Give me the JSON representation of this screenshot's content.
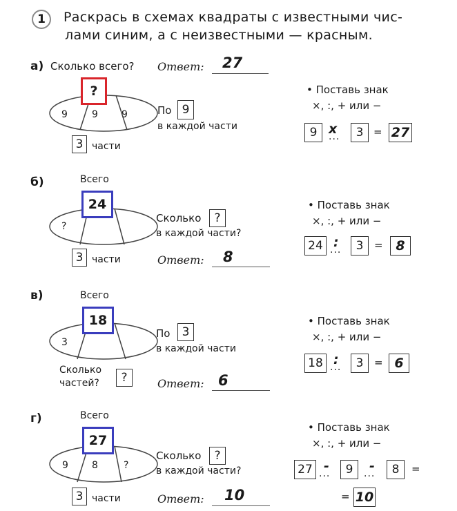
{
  "header": {
    "number": "1",
    "line1": "Раскрась в схемах квадраты с известными чис-",
    "line2": "лами синим, а с неизвестными — красным."
  },
  "colors": {
    "blue": "#3a3dbd",
    "red": "#d9252b"
  },
  "common": {
    "place_sign": "• Поставь знак",
    "signs": "×, :, + или −",
    "in_each": "в каждой части",
    "parts": "части",
    "answer_label": "Ответ:",
    "dots": "...",
    "equals": "="
  },
  "a": {
    "letter": "а)",
    "question": "Сколько всего?",
    "answer": "27",
    "top_box": "?",
    "left": "9",
    "middle": "9",
    "right": "9",
    "po": "По",
    "per_part": "9",
    "parts_count": "3",
    "eq": {
      "n1": "9",
      "op": "х",
      "n2": "3",
      "result": "27"
    }
  },
  "b": {
    "letter": "б)",
    "total_label": "Всего",
    "top_box": "24",
    "left": "?",
    "how_many": "Сколько",
    "how_many_box": "?",
    "in_each_q": "в каждой части?",
    "parts_count": "3",
    "answer": "8",
    "eq": {
      "n1": "24",
      "op": ":",
      "n2": "3",
      "result": "8"
    }
  },
  "v": {
    "letter": "в)",
    "total_label": "Всего",
    "top_box": "18",
    "left": "3",
    "po": "По",
    "per_part": "3",
    "how_many_parts_1": "Сколько",
    "how_many_parts_2": "частей?",
    "parts_box": "?",
    "answer": "6",
    "eq": {
      "n1": "18",
      "op": ":",
      "n2": "3",
      "result": "6"
    }
  },
  "g": {
    "letter": "г)",
    "total_label": "Всего",
    "top_box": "27",
    "left": "9",
    "middle": "8",
    "right": "?",
    "how_many": "Сколько",
    "how_many_box": "?",
    "in_each_q": "в каждой части?",
    "parts_count": "3",
    "answer": "10",
    "eq": {
      "n1": "27",
      "op1": "-",
      "n2": "9",
      "op2": "-",
      "n3": "8",
      "result": "10"
    }
  }
}
